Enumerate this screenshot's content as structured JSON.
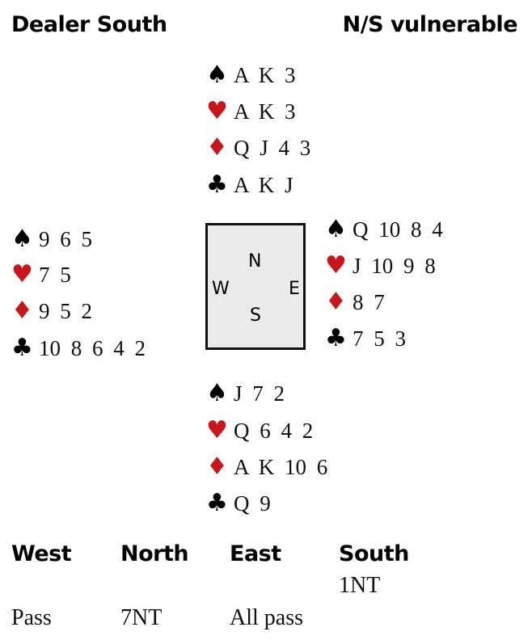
{
  "header": {
    "dealer": "Dealer South",
    "vulnerability": "N/S vulnerable"
  },
  "suit_colors": {
    "black": "#000000",
    "red": "#c8161b"
  },
  "suit_symbols": {
    "spades": "♠",
    "hearts": "♥",
    "diamonds": "♦",
    "clubs": "♣"
  },
  "hands": {
    "north": {
      "spades": "A K 3",
      "hearts": "A K 3",
      "diamonds": "Q J 4 3",
      "clubs": "A K J"
    },
    "west": {
      "spades": "9 6 5",
      "hearts": "7 5",
      "diamonds": "9 5 2",
      "clubs": "10 8 6 4 2"
    },
    "east": {
      "spades": "Q 10 8 4",
      "hearts": "J 10 9 8",
      "diamonds": "8 7",
      "clubs": "7 5 3"
    },
    "south": {
      "spades": "J 7 2",
      "hearts": "Q 6 4 2",
      "diamonds": "A K 10 6",
      "clubs": "Q 9"
    }
  },
  "compass": {
    "n": "N",
    "s": "S",
    "e": "E",
    "w": "W"
  },
  "bidding": {
    "headers": [
      "West",
      "North",
      "East",
      "South"
    ],
    "bids": {
      "south1": "1NT",
      "west1": "Pass",
      "north1": "7NT",
      "east1": "All pass"
    }
  }
}
